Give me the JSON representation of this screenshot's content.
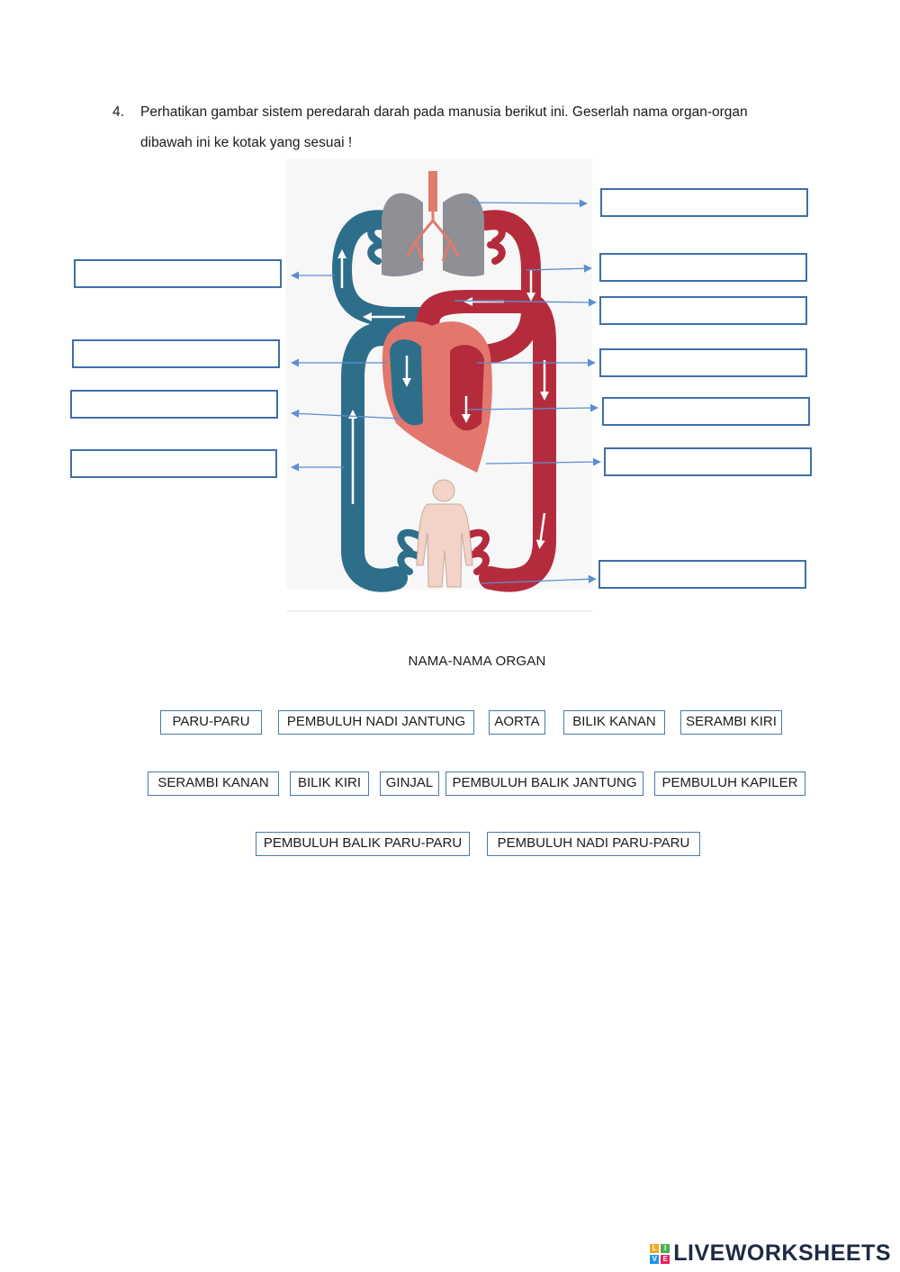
{
  "question": {
    "number": "4.",
    "line1": "Perhatikan gambar sistem peredarah darah pada manusia berikut ini. Geserlah nama organ-organ",
    "line2": "dibawah ini ke kotak yang sesuai !"
  },
  "colors": {
    "box_border": "#3f6fa8",
    "arrow": "#5b8fd0",
    "vein_blue": "#2d6f8a",
    "artery_red": "#b42c3c",
    "heart_pink": "#e3776d",
    "lung_gray": "#8f8f96",
    "body_skin": "#f3d3c7"
  },
  "bank_title": "NAMA-NAMA ORGAN",
  "organ_chips": [
    "PARU-PARU",
    "PEMBULUH NADI JANTUNG",
    "AORTA",
    "BILIK KANAN",
    "SERAMBI KIRI",
    "SERAMBI KANAN",
    "BILIK KIRI",
    "GINJAL",
    "PEMBULUH BALIK JANTUNG",
    "PEMBULUH KAPILER",
    "PEMBULUH BALIK PARU-PARU",
    "PEMBULUH NADI PARU-PARU"
  ],
  "brand": {
    "name": "LIVEWORKSHEETS",
    "logo_letters": [
      "L",
      "I",
      "V",
      "E"
    ]
  }
}
